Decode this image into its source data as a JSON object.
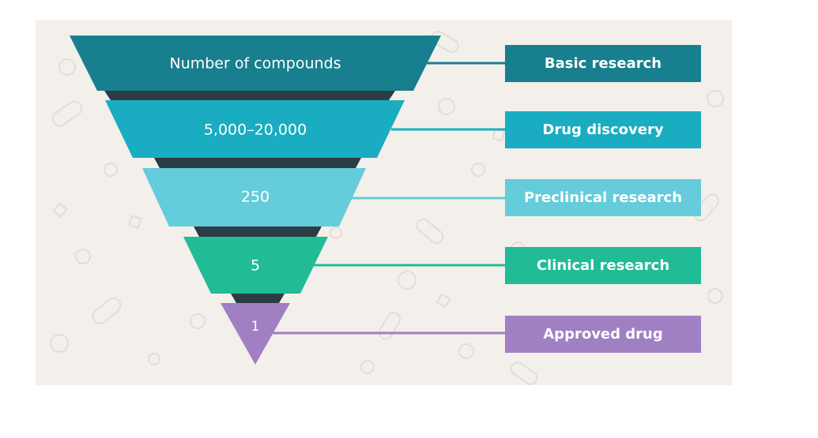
{
  "funnel": {
    "stages": [
      {
        "value": "Number of compounds",
        "label": "Basic research",
        "color": "#177f8e"
      },
      {
        "value": "5,000–20,000",
        "label": "Drug discovery",
        "color": "#1aacc0"
      },
      {
        "value": "250",
        "label": "Preclinical research",
        "color": "#64ccdb"
      },
      {
        "value": "5",
        "label": "Clinical research",
        "color": "#21bb95"
      },
      {
        "value": "1",
        "label": "Approved drug",
        "color": "#a17fc3"
      }
    ],
    "connector_color": "#2c3c44",
    "background_color": "#f3efeb"
  }
}
